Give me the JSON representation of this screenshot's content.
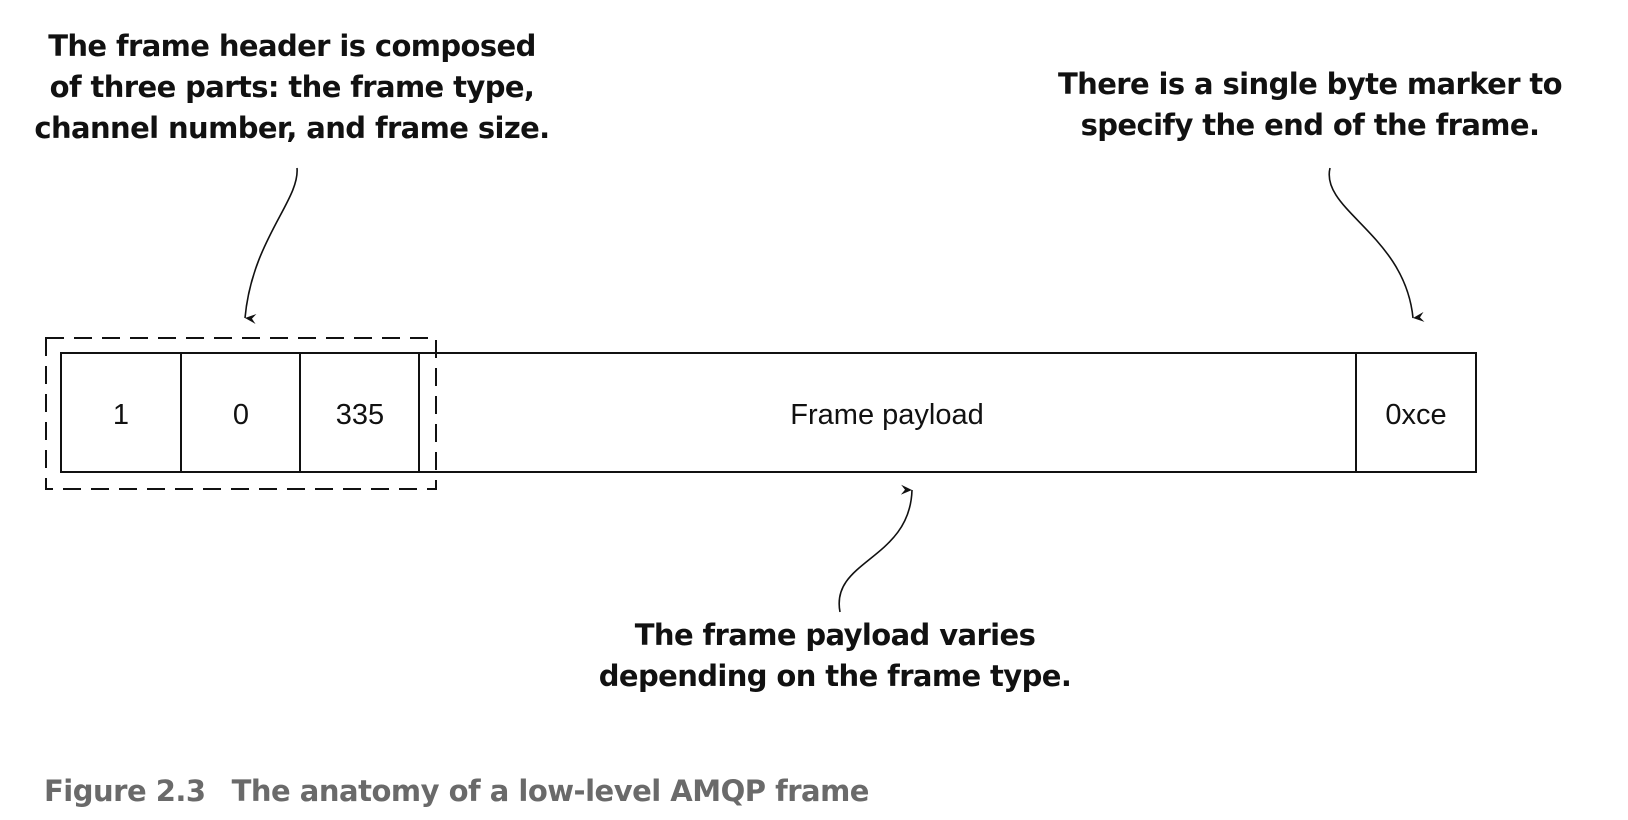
{
  "callouts": {
    "header": {
      "lines": [
        "The frame header is composed",
        "of three parts: the frame type,",
        "channel number, and frame size."
      ]
    },
    "end_marker": {
      "lines": [
        "There is a single byte marker to",
        "specify the end of the frame."
      ]
    },
    "payload": {
      "lines": [
        "The frame payload varies",
        "depending on the frame type."
      ]
    }
  },
  "frame": {
    "cells": {
      "type": "1",
      "channel": "0",
      "size": "335",
      "payload": "Frame payload",
      "end": "0xce"
    }
  },
  "caption": {
    "label": "Figure 2.3",
    "title": "The anatomy of a low-level AMQP frame"
  }
}
